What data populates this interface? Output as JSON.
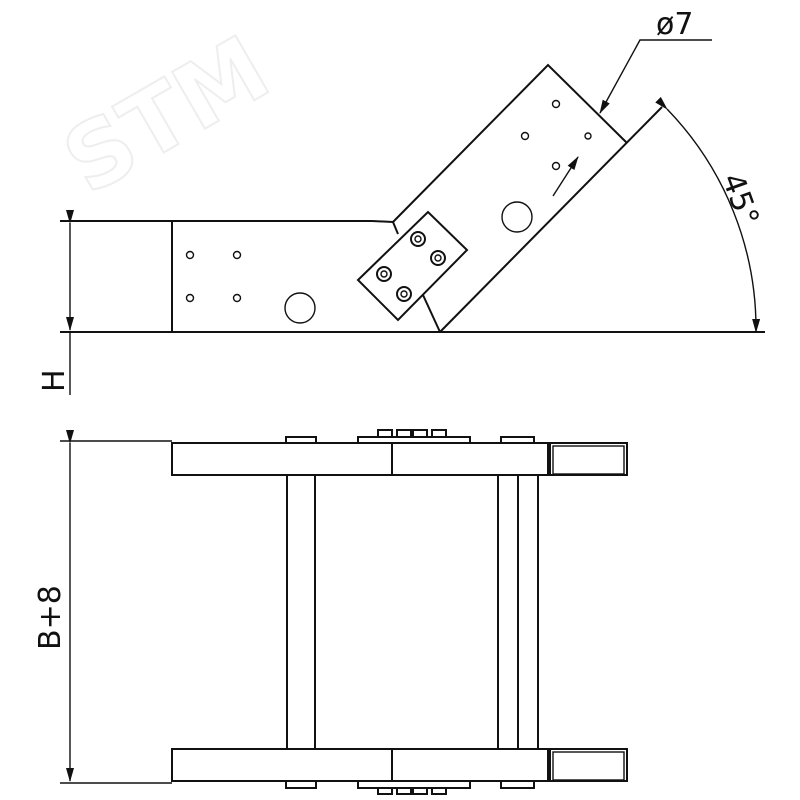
{
  "watermark": "STM",
  "dimensions": {
    "hole_diameter": "ø7",
    "angle": "45°",
    "height": "H",
    "width": "B+8"
  },
  "colors": {
    "line": "#111111",
    "background": "#ffffff"
  }
}
